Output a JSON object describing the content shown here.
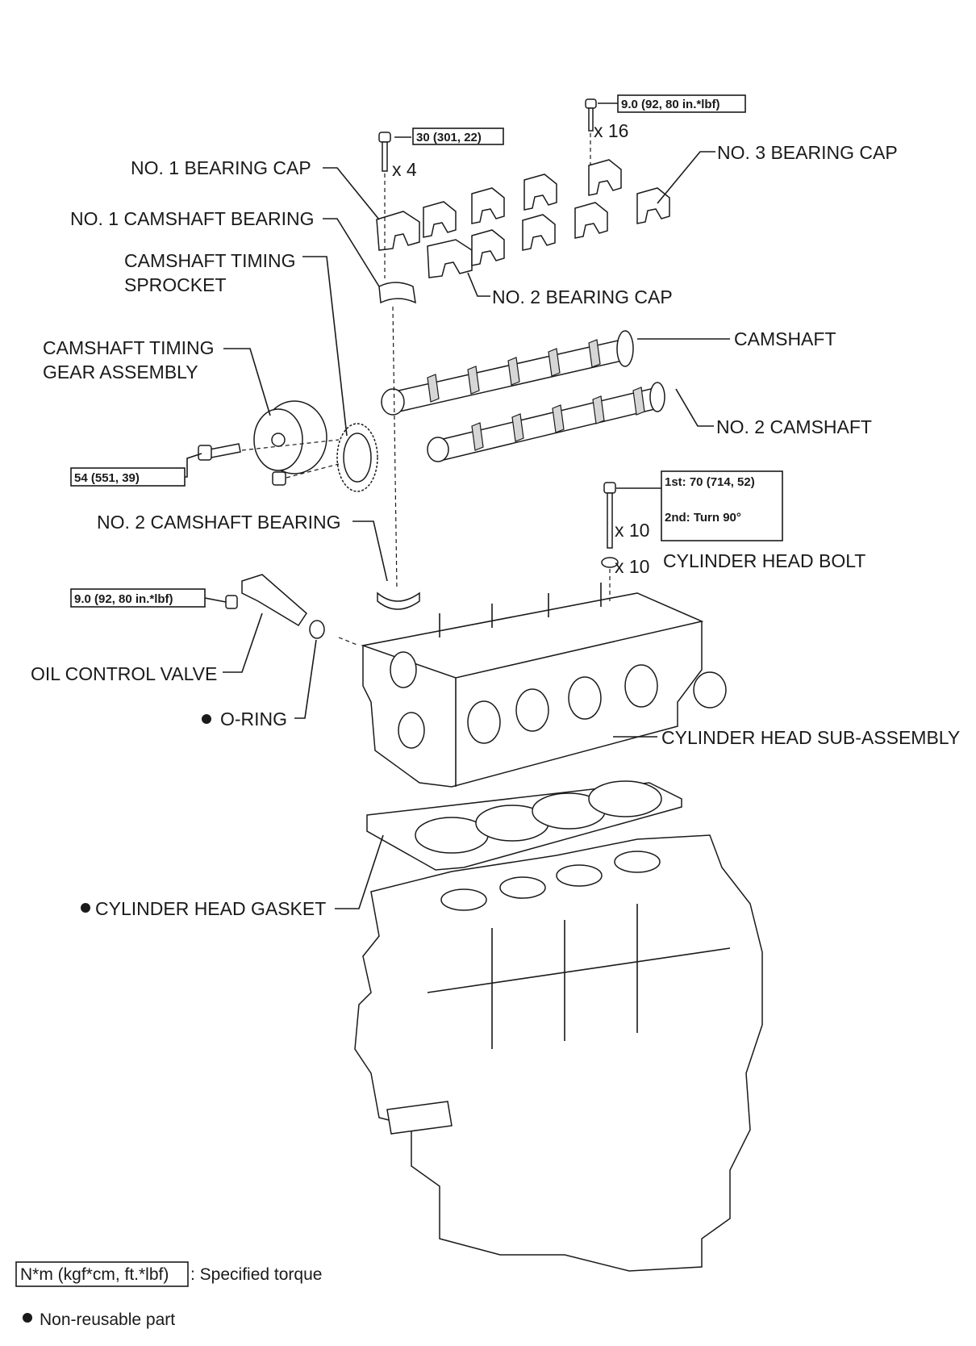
{
  "labels": {
    "no1_bearing_cap": "NO. 1 BEARING CAP",
    "no1_camshaft_bearing": "NO. 1 CAMSHAFT BEARING",
    "camshaft_timing_sprocket_l1": "CAMSHAFT TIMING",
    "camshaft_timing_sprocket_l2": "SPROCKET",
    "camshaft_timing_gear_l1": "CAMSHAFT TIMING",
    "camshaft_timing_gear_l2": "GEAR ASSEMBLY",
    "no3_bearing_cap": "NO. 3 BEARING CAP",
    "no2_bearing_cap": "NO. 2 BEARING CAP",
    "camshaft": "CAMSHAFT",
    "no2_camshaft": "NO. 2 CAMSHAFT",
    "no2_camshaft_bearing": "NO. 2 CAMSHAFT BEARING",
    "cylinder_head_bolt": "CYLINDER HEAD BOLT",
    "oil_control_valve": "OIL CONTROL VALVE",
    "o_ring": "O-RING",
    "cylinder_head_sub_assembly": "CYLINDER HEAD SUB-ASSEMBLY",
    "cylinder_head_gasket": "CYLINDER HEAD GASKET"
  },
  "torques": {
    "bearing_cap_bolt": "30 (301, 22)",
    "no3_cap_bolt": "9.0 (92, 80 in.*lbf)",
    "timing_gear_bolt": "54 (551, 39)",
    "head_bolt_1st": "1st: 70 (714, 52)",
    "head_bolt_2nd": "2nd: Turn 90°",
    "ocv_bolt": "9.0 (92, 80 in.*lbf)"
  },
  "quantities": {
    "bearing_cap_bolts": "x 4",
    "no3_cap_bolts": "x 16",
    "head_bolts": "x 10",
    "head_washers": "x 10"
  },
  "legend": {
    "torque_unit": "N*m (kgf*cm, ft.*lbf)",
    "torque_desc": ": Specified torque",
    "non_reusable": "Non-reusable part"
  },
  "icons": {
    "non_reusable_mark": "filled-circle-icon"
  }
}
